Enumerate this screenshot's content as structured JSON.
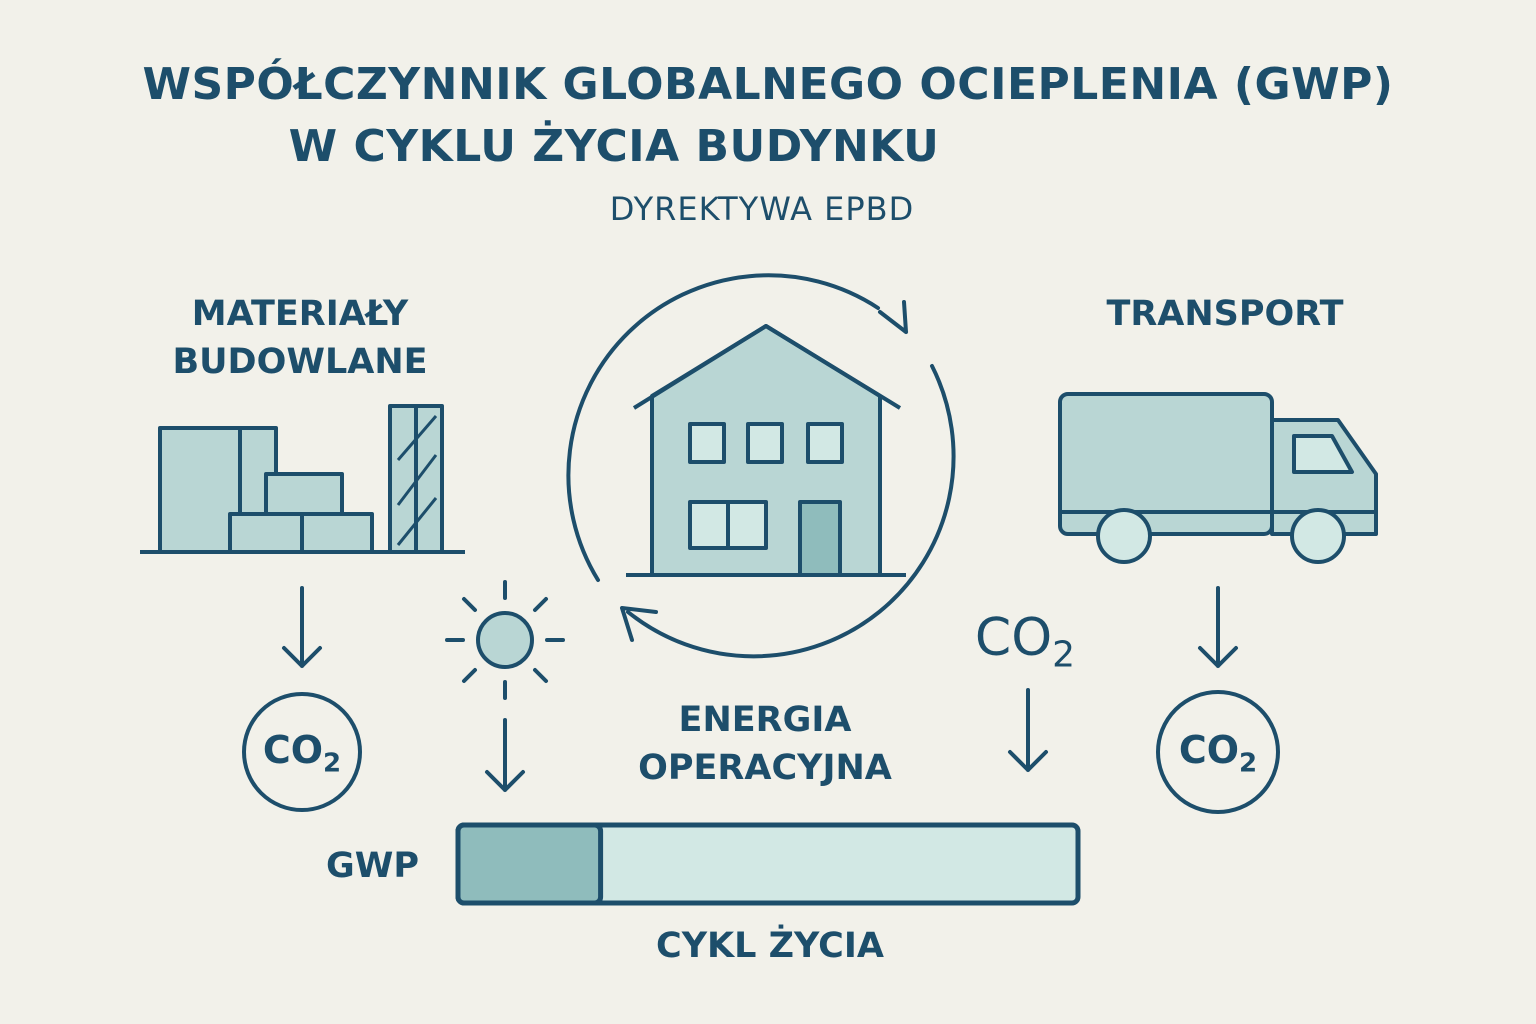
{
  "title": {
    "line1": "WSPÓŁCZYNNIK GLOBALNEGO OCIEPLENIA (GWP)",
    "line2": "W CYKLU ŻYCIA BUDYNKU"
  },
  "subtitle": "DYREKTYWA EPBD",
  "sections": {
    "materials": {
      "line1": "MATERIAŁY",
      "line2": "BUDOWLANE"
    },
    "transport": "TRANSPORT",
    "energy": {
      "line1": "ENERGIA",
      "line2": "OPERACYJNA"
    }
  },
  "co2": {
    "left": "CO",
    "right": "CO",
    "middle": "CO",
    "subscript": "2"
  },
  "gwp_bar": {
    "label": "GWP",
    "caption": "CYKL ŻYCIA",
    "fraction_filled": 0.23
  },
  "icons": [
    "building-materials-icon",
    "house-icon",
    "cycle-arrows-icon",
    "truck-icon",
    "sun-icon",
    "down-arrow-icon",
    "co2-circle-icon"
  ],
  "colors": {
    "stroke": "#1d4e6b",
    "fill_light": "#b9d6d4",
    "fill_dark": "#8fbcbc",
    "fill_bar_light": "#d2e8e4",
    "background": "#f2f1ea"
  }
}
